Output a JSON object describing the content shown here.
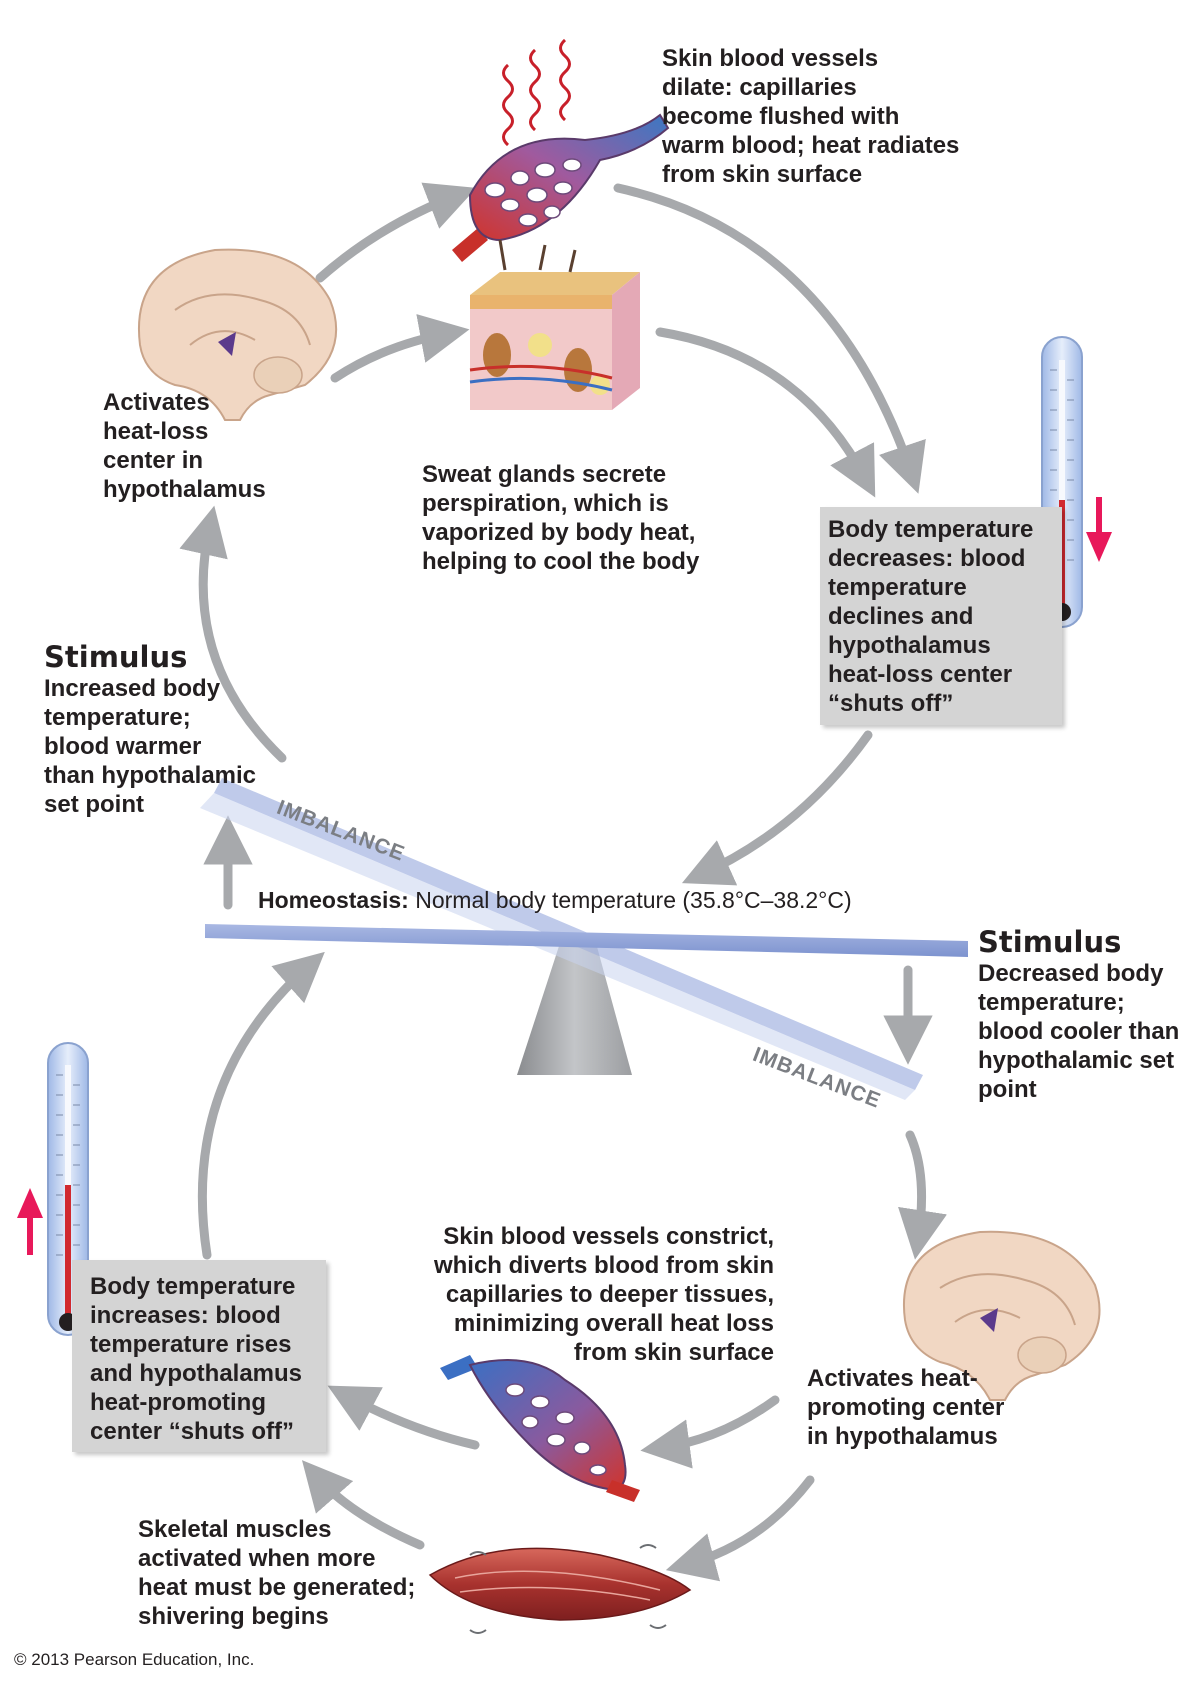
{
  "captions": {
    "vessels_dilate": [
      "Skin blood vessels",
      "dilate: capillaries",
      "become flushed with",
      "warm blood; heat radiates",
      "from skin surface"
    ],
    "heat_loss_center": [
      "Activates",
      "heat-loss",
      "center in",
      "hypothalamus"
    ],
    "sweat_glands": [
      "Sweat glands secrete",
      "perspiration, which is",
      "vaporized by body heat,",
      "helping to cool the body"
    ],
    "temp_decreases": [
      "Body temperature",
      "decreases: blood",
      "temperature",
      "declines and",
      "hypothalamus",
      "heat-loss center",
      "“shuts off”"
    ],
    "stimulus_increase": {
      "heading": "Stimulus",
      "lines": [
        "Increased body",
        "temperature;",
        "blood warmer",
        "than hypothalamic",
        "set point"
      ]
    },
    "homeostasis": {
      "label": "Homeostasis:",
      "text": "Normal body temperature (35.8°C–38.2°C)"
    },
    "stimulus_decrease": {
      "heading": "Stimulus",
      "lines": [
        "Decreased body",
        "temperature;",
        "blood cooler than",
        "hypothalamic set",
        "point"
      ]
    },
    "imbalance_top": "IMBALANCE",
    "imbalance_bottom": "IMBALANCE",
    "vessels_constrict": [
      "Skin blood vessels constrict,",
      "which diverts blood from skin",
      "capillaries to deeper tissues,",
      "minimizing overall heat loss",
      "from skin surface"
    ],
    "heat_promoting_center": [
      "Activates heat-",
      "promoting center",
      "in hypothalamus"
    ],
    "temp_increases": [
      "Body temperature",
      "increases: blood",
      "temperature rises",
      "and hypothalamus",
      "heat-promoting",
      "center “shuts off”"
    ],
    "shivering": [
      "Skeletal muscles",
      "activated when more",
      "heat must be generated;",
      "shivering begins"
    ]
  },
  "copyright": "© 2013 Pearson Education, Inc.",
  "colors": {
    "arrow_gray": "#a7a9ac",
    "box_gray": "#d4d4d4",
    "beam_blue": "#8ea3d6",
    "alert_red": "#e8185a",
    "thermometer_red": "#d12a2f"
  },
  "icons": [
    "brain-icon",
    "capillary-bed-icon",
    "skin-cross-section-icon",
    "thermometer-icon",
    "skeletal-muscle-icon",
    "seesaw-fulcrum-icon",
    "heat-wave-icon",
    "red-arrow-icon"
  ]
}
